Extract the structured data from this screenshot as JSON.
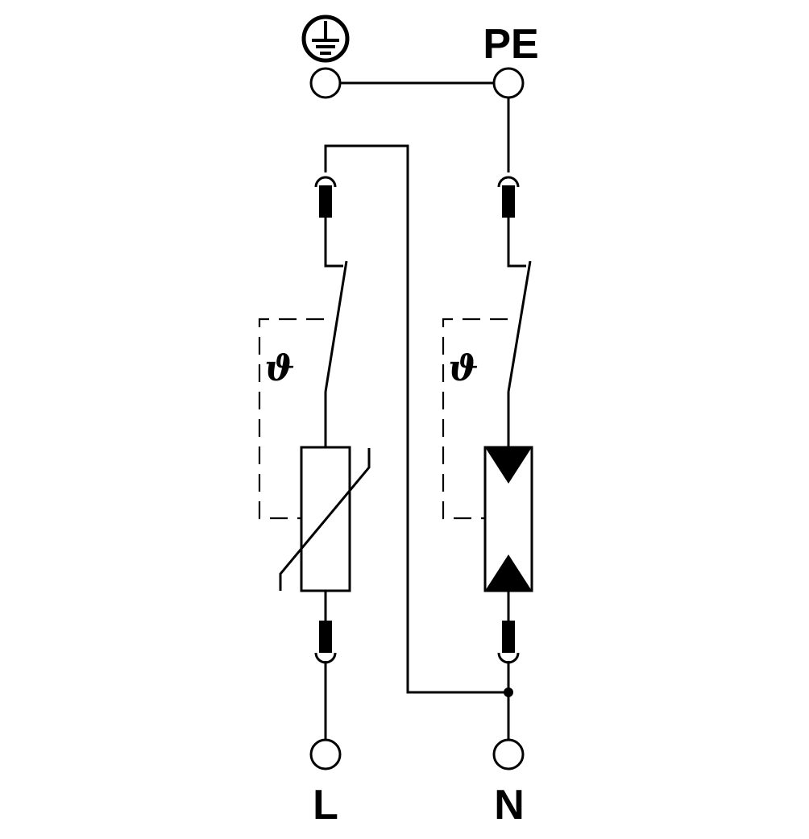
{
  "diagram": {
    "labels": {
      "pe": "PE",
      "line": "L",
      "neutral": "N"
    },
    "thermal_symbol": "ϑ",
    "icons": {
      "earth": "protective-earth-icon"
    },
    "colors": {
      "line": "#000000",
      "background": "#ffffff"
    }
  }
}
